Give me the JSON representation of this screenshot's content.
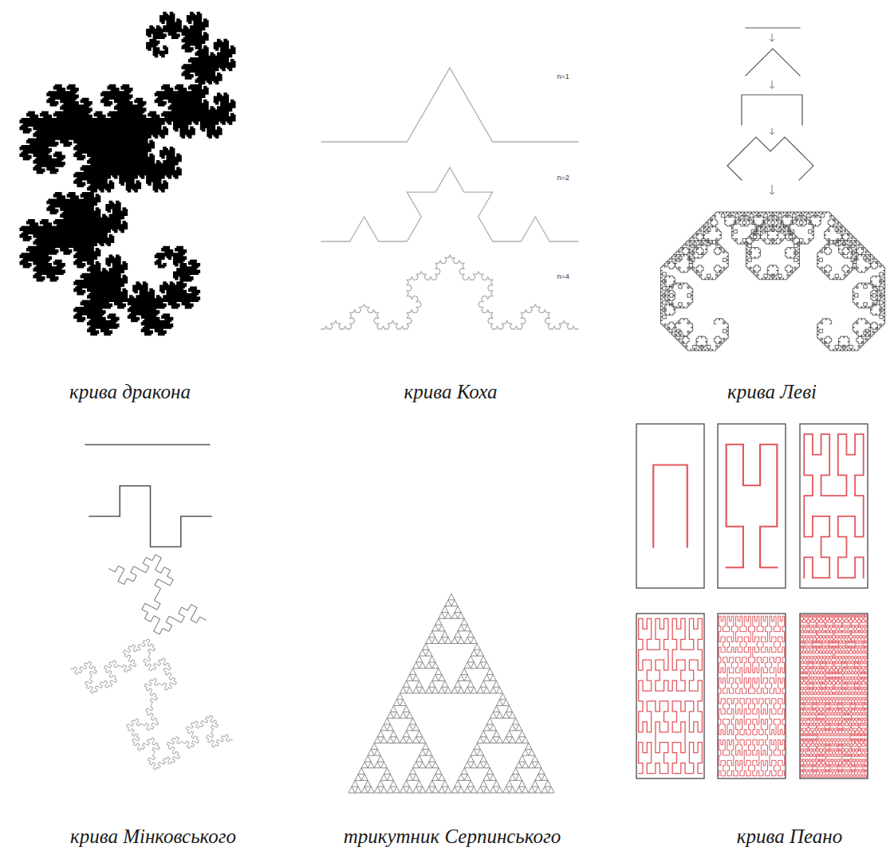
{
  "diagram": {
    "labels": [
      "n=1",
      "n=2",
      "n=4",
      "крива дракона",
      "крива Коха",
      "крива Леві",
      "крива Мінковського",
      "трикутник Серпинського",
      "крива Пеано"
    ]
  }
}
